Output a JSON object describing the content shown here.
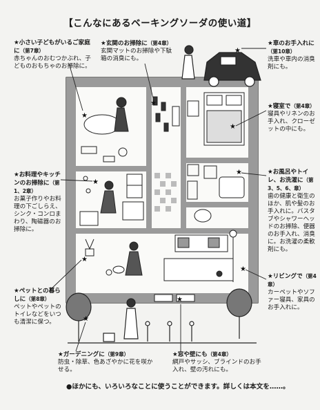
{
  "title": "【こんなにあるベーキングソーダの使い道】",
  "callouts": [
    {
      "id": "kids",
      "head": "★小さい子どもがいるご家庭に",
      "chapter": "（第7章）",
      "body": "赤ちゃんのおむつかぶれ、子どものおもちゃのお掃除に。"
    },
    {
      "id": "entrance",
      "head": "★玄関のお掃除に",
      "chapter": "（第4章）",
      "body": "玄関マットのお掃除や下駄箱の消臭にも。"
    },
    {
      "id": "car",
      "head": "★車のお手入れに",
      "chapter": "（第10章）",
      "body": "洗車や車内の消臭剤にも。"
    },
    {
      "id": "bedroom",
      "head": "★寝室で",
      "chapter": "（第4章）",
      "body": "寝具やリネンのお手入れ、クローゼットの中にも。"
    },
    {
      "id": "kitchen",
      "head": "★お料理やキッチンのお掃除に",
      "chapter": "（第1、2章）",
      "body": "お菓子作りやお料理の下ごしらえ、シンク・コンロまわり、陶磁器のお掃除に。"
    },
    {
      "id": "bath",
      "head": "★お風呂やトイレ、お洗濯に",
      "chapter": "（第3、5、6、章）",
      "body": "歯の健康と衛生のほか、肌や髪のお手入れに。バスタブやシャワーヘッドのお掃除、便器のお手入れ、消臭に。お洗濯の柔軟剤にも。"
    },
    {
      "id": "pets",
      "head": "★ペットとの暮らしに",
      "chapter": "（第8章）",
      "body": "ペットやペットのトイレなどをいつも清潔に保つ。"
    },
    {
      "id": "living",
      "head": "★リビングで",
      "chapter": "（第4章）",
      "body": "カーペットやソファー寝具、家具のお手入れに。"
    },
    {
      "id": "garden",
      "head": "★ガーデニングに",
      "chapter": "（第9章）",
      "body": "防虫・除草、色あざやかに花を咲かせる。"
    },
    {
      "id": "window",
      "head": "★窓や壁にも",
      "chapter": "（第4章）",
      "body": "網戸やサッシ、ブラインドのお手入れ、壁の汚れにも。"
    }
  ],
  "footer": "●ほかにも、いろいろなことに使うことができます。詳しくは本文を……。"
}
